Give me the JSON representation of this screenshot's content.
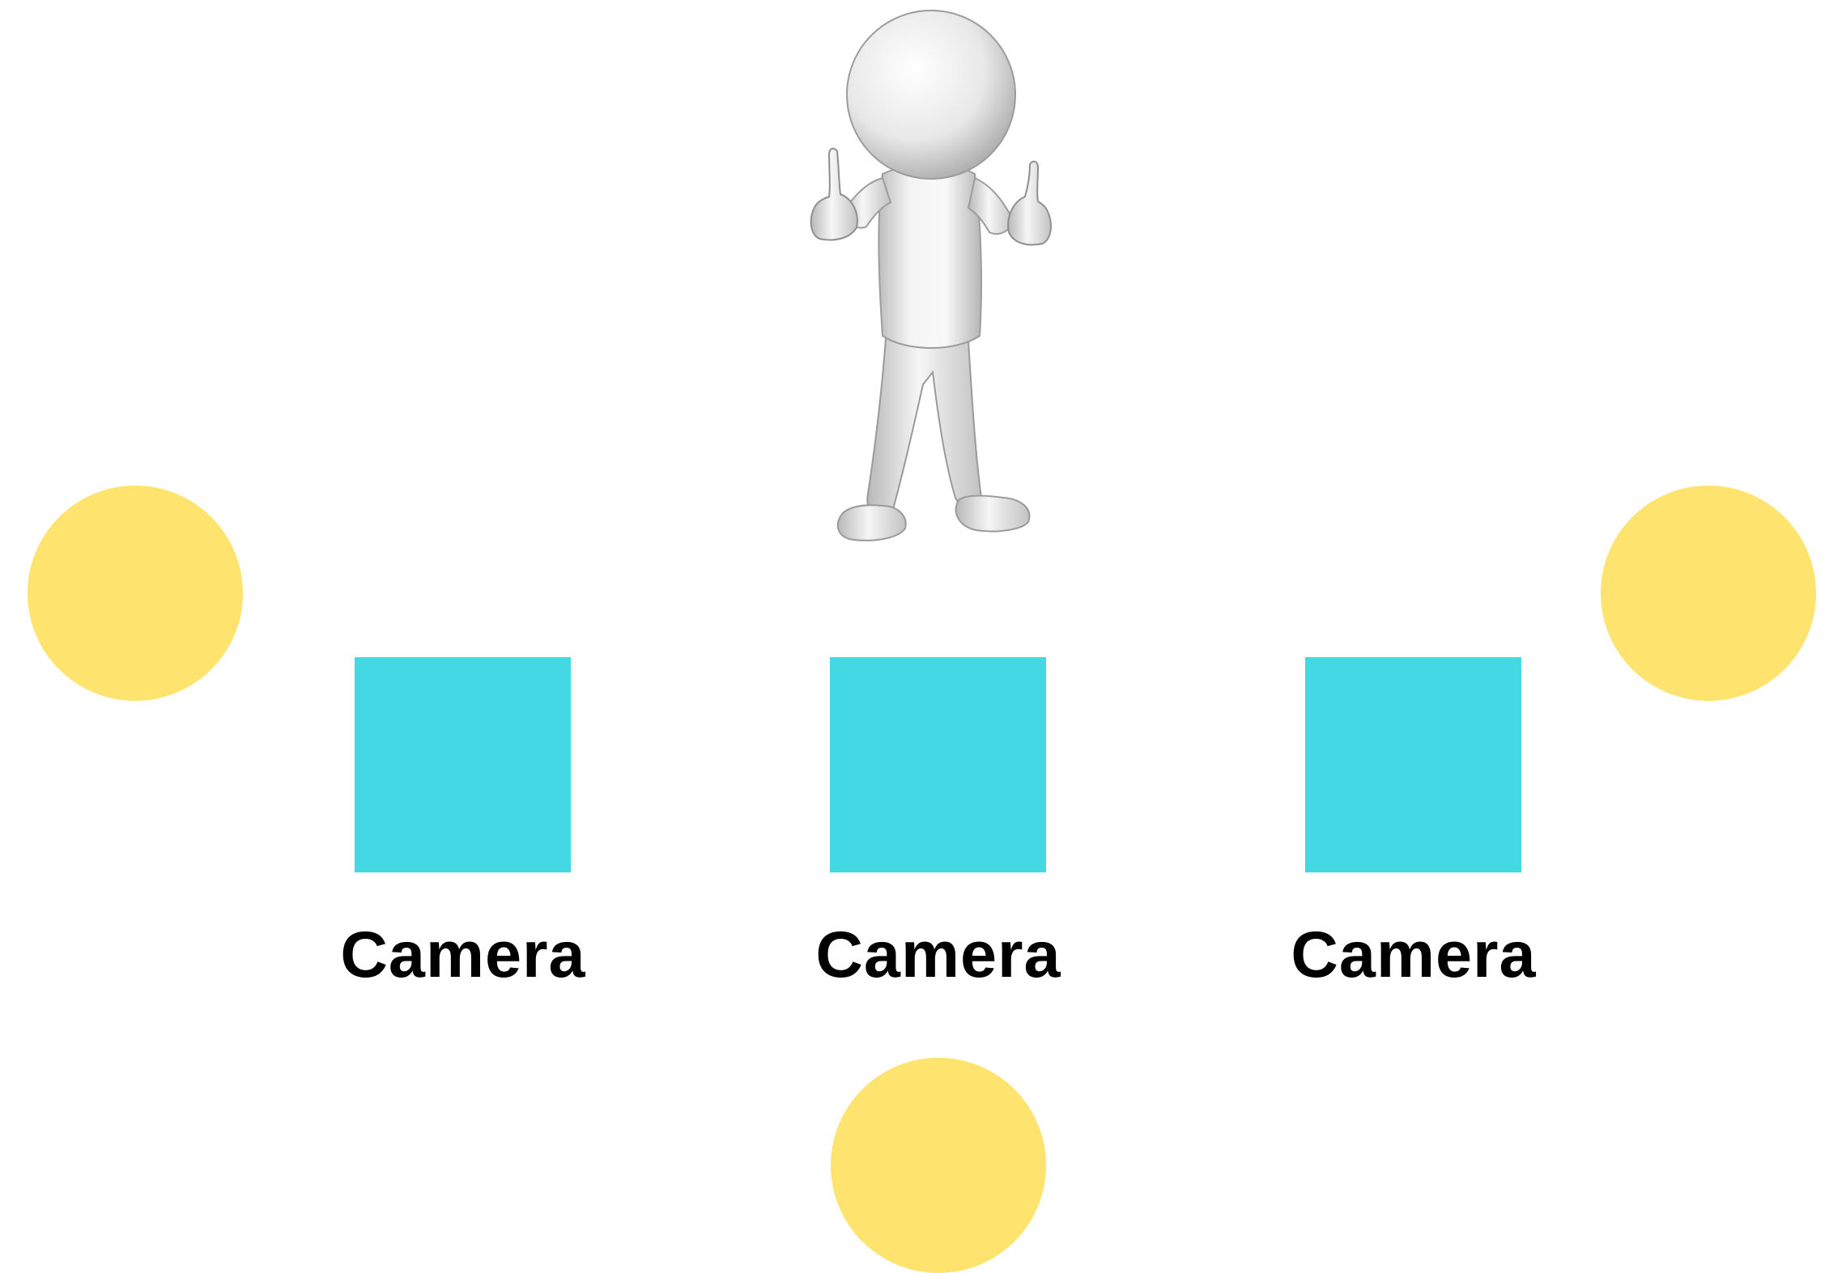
{
  "colors": {
    "light": "#FEE46E",
    "camera": "#44D7E4",
    "label": "#000000",
    "background": "#FFFFFF",
    "figure": "#E6E6E6"
  },
  "subject": {
    "icon": "person-thumbs-up-icon"
  },
  "lights": [
    {
      "icon": "light-icon"
    },
    {
      "icon": "light-icon"
    },
    {
      "icon": "light-icon"
    }
  ],
  "cameras": [
    {
      "label": "Camera"
    },
    {
      "label": "Camera"
    },
    {
      "label": "Camera"
    }
  ]
}
